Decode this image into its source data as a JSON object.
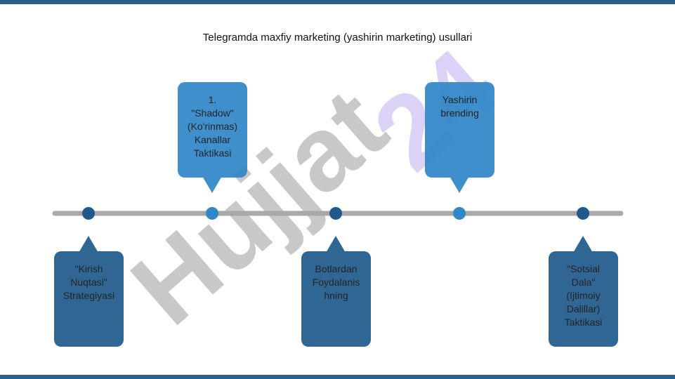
{
  "title": "Telegramda maxfiy marketing (yashirin marketing) usullari",
  "watermark": {
    "text_grey": "Hujjat",
    "text_lilac": "24",
    "color_grey": "#9a9a9a",
    "color_lilac": "#c9b8f2"
  },
  "colors": {
    "frame": "#2e5f8c",
    "line": "#a8a8a8",
    "dark": "#1f5a8a",
    "light": "#2f86c8"
  },
  "timeline": {
    "nodes": [
      {
        "tone": "dark"
      },
      {
        "tone": "light"
      },
      {
        "tone": "dark"
      },
      {
        "tone": "light"
      },
      {
        "tone": "dark"
      }
    ]
  },
  "cards": [
    {
      "text": "\"Kirish\nNuqtasi\"\nStrategiyasi",
      "tone": "dark",
      "position": "below"
    },
    {
      "text": "1.\n\"Shadow\"\n(Ko'rinmas)\nKanallar\nTaktikasi",
      "tone": "light",
      "position": "above"
    },
    {
      "text": "Botlardan\nFoydalanis\nhning",
      "tone": "dark",
      "position": "below"
    },
    {
      "text": "Yashirin\nbrending",
      "tone": "light",
      "position": "above"
    },
    {
      "text": "\"Sotsial\nDala\"\n(Ijtimoiy\nDalillar)\nTaktikasi",
      "tone": "dark",
      "position": "below"
    }
  ]
}
